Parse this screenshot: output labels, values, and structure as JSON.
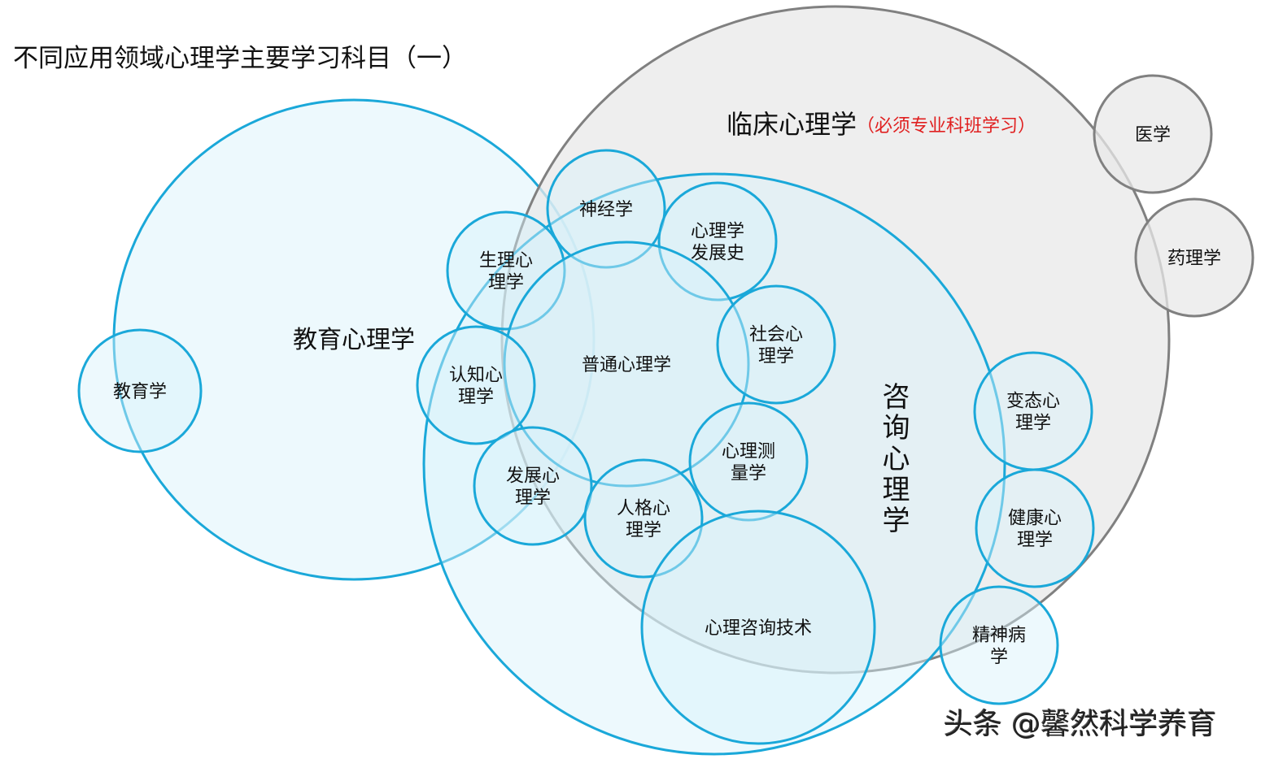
{
  "title": "不同应用领域心理学主要学习科目（一）",
  "colors": {
    "blue_stroke": "#1aa8d9",
    "blue_fill": "#d6f1fa",
    "gray_stroke": "#808080",
    "gray_fill": "#e8e8e8",
    "red": "#e02020"
  },
  "regions": {
    "clinical": {
      "label": "临床心理学",
      "note": "（必须专业科班学习）"
    },
    "counseling": {
      "label": "咨询心理学"
    },
    "education": {
      "label": "教育心理学"
    }
  },
  "subjects": [
    {
      "id": "jiaoyuxue",
      "lines": [
        "教育学"
      ]
    },
    {
      "id": "yixue",
      "lines": [
        "医学"
      ]
    },
    {
      "id": "yaolixue",
      "lines": [
        "药理学"
      ]
    },
    {
      "id": "shenjingxue",
      "lines": [
        "神经学"
      ]
    },
    {
      "id": "fazhanshi",
      "lines": [
        "心理学",
        "发展史"
      ]
    },
    {
      "id": "shengli",
      "lines": [
        "生理心",
        "理学"
      ]
    },
    {
      "id": "putong",
      "lines": [
        "普通心理学"
      ]
    },
    {
      "id": "renzhi",
      "lines": [
        "认知心",
        "理学"
      ]
    },
    {
      "id": "shehui",
      "lines": [
        "社会心",
        "理学"
      ]
    },
    {
      "id": "fazhan",
      "lines": [
        "发展心",
        "理学"
      ]
    },
    {
      "id": "celiang",
      "lines": [
        "心理测",
        "量学"
      ]
    },
    {
      "id": "renge",
      "lines": [
        "人格心",
        "理学"
      ]
    },
    {
      "id": "zixunjishu",
      "lines": [
        "心理咨询技术"
      ]
    },
    {
      "id": "biantai",
      "lines": [
        "变态心",
        "理学"
      ]
    },
    {
      "id": "jiankang",
      "lines": [
        "健康心",
        "理学"
      ]
    },
    {
      "id": "jingshenbing",
      "lines": [
        "精神病",
        "学"
      ]
    }
  ],
  "watermark": "头条 @馨然科学养育"
}
